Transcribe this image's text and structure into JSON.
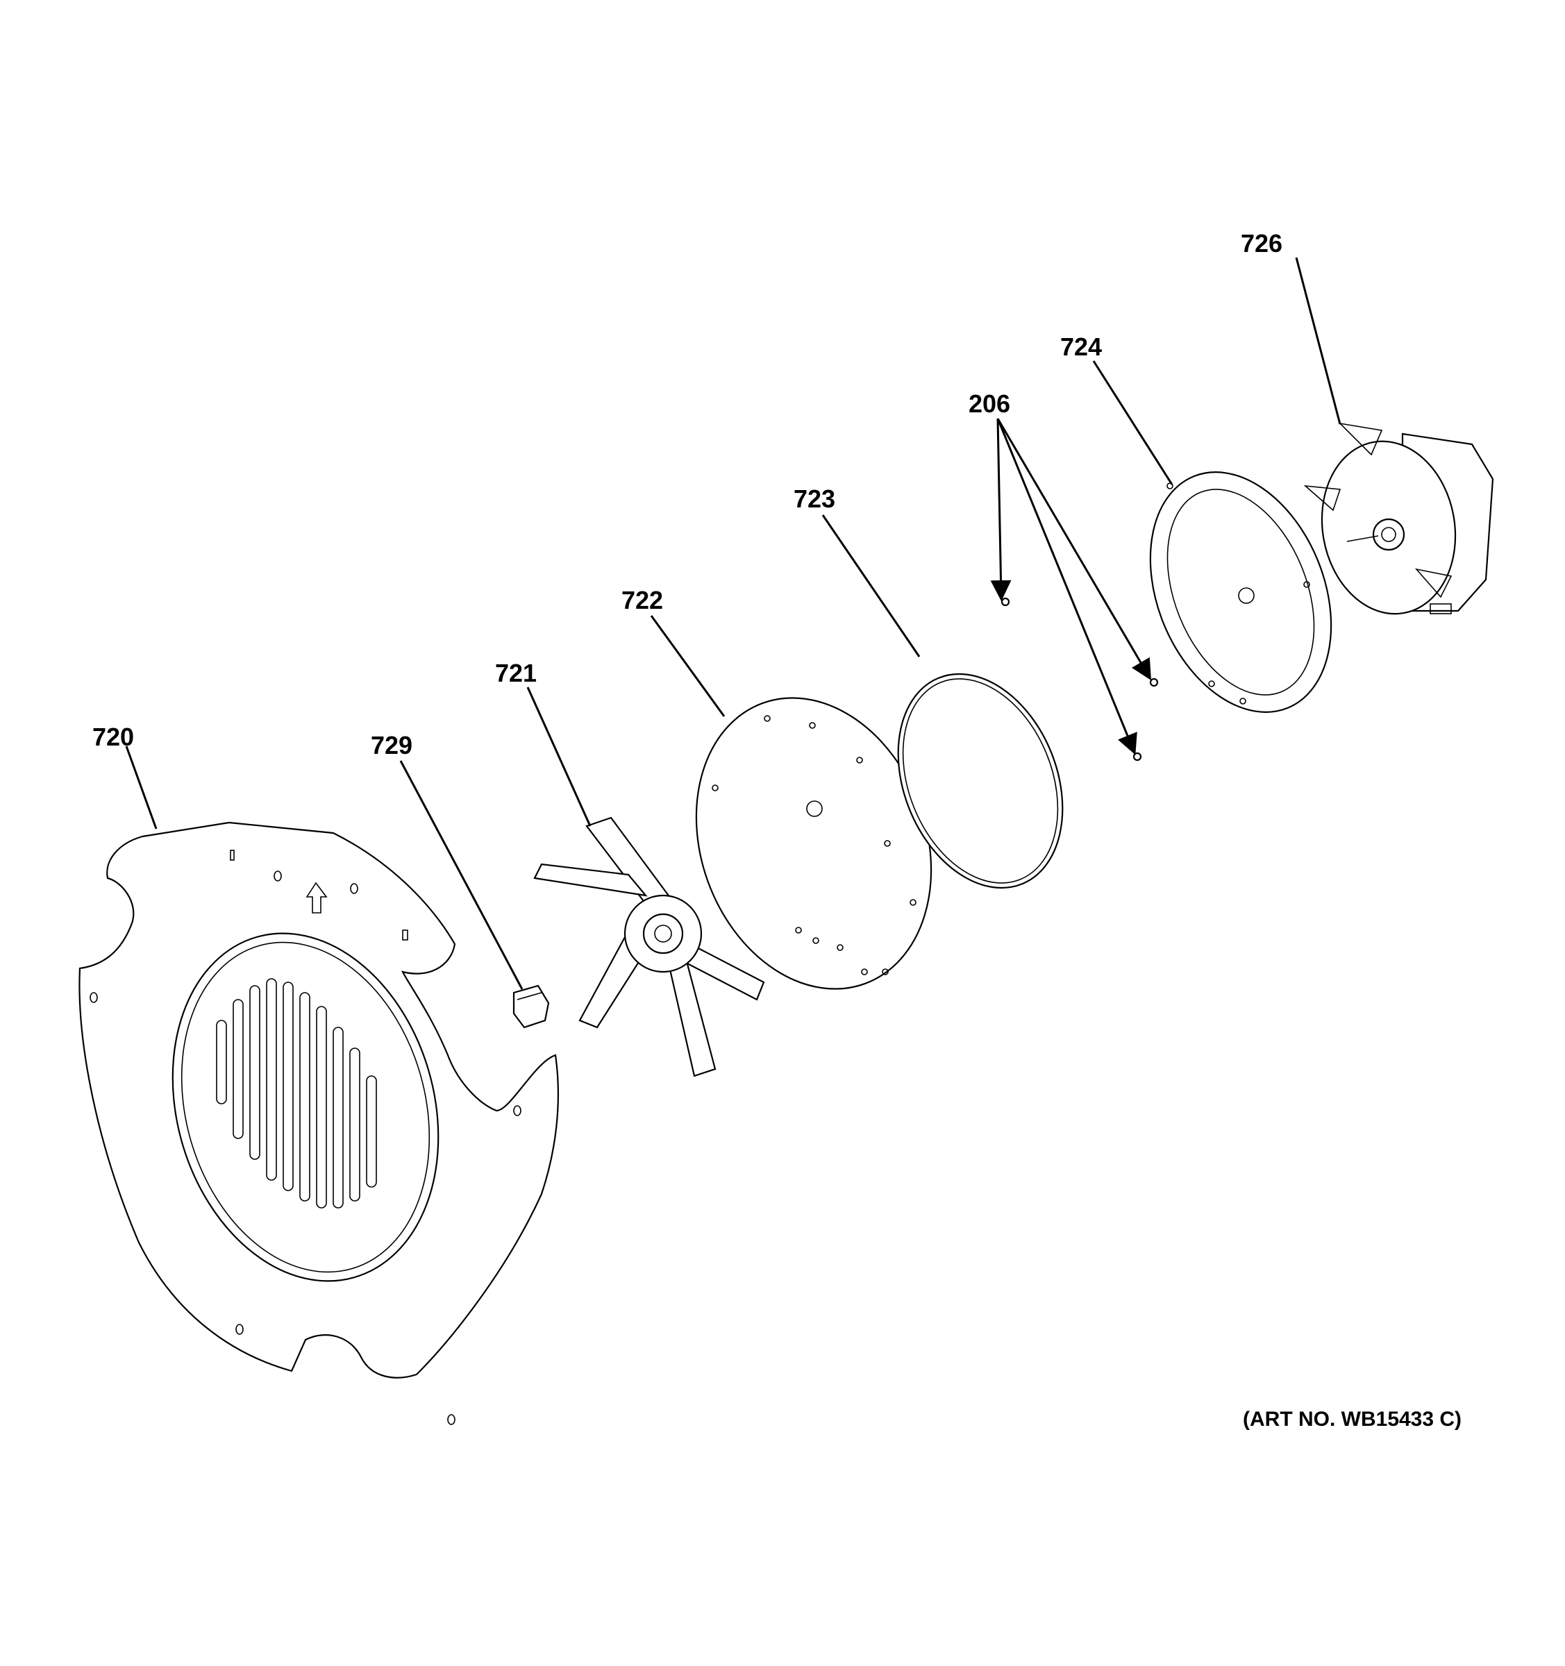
{
  "callouts": {
    "c720": "720",
    "c729": "729",
    "c721": "721",
    "c722": "722",
    "c723": "723",
    "c206": "206",
    "c724": "724",
    "c726": "726"
  },
  "art_number": "(ART NO. WB15433 C)"
}
